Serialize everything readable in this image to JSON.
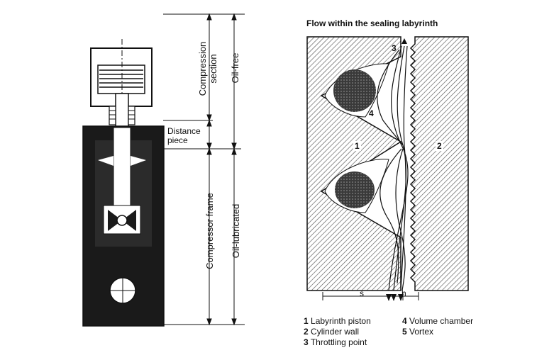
{
  "left_diagram": {
    "labels": {
      "compression_section": "Compression\nsection",
      "oil_free": "Oil-free",
      "distance_piece": "Distance\npiece",
      "compressor_frame": "Compressor frame",
      "oil_lubricated": "Oil-lubricated"
    }
  },
  "right_diagram": {
    "title": "Flow within the sealing labyrinth",
    "numbers": {
      "n1": "1",
      "n2": "2",
      "n3": "3",
      "n4": "4"
    },
    "dims": {
      "s": "s",
      "h": "h"
    },
    "legend": [
      {
        "num": "1",
        "text": "Labyrinth piston"
      },
      {
        "num": "2",
        "text": "Cylinder wall"
      },
      {
        "num": "3",
        "text": "Throttling point"
      },
      {
        "num": "4",
        "text": "Volume chamber"
      },
      {
        "num": "5",
        "text": "Vortex"
      }
    ]
  },
  "colors": {
    "ink": "#111111",
    "frame_fill": "#1a1a1a",
    "hatch": "#555555",
    "paper": "#ffffff"
  }
}
